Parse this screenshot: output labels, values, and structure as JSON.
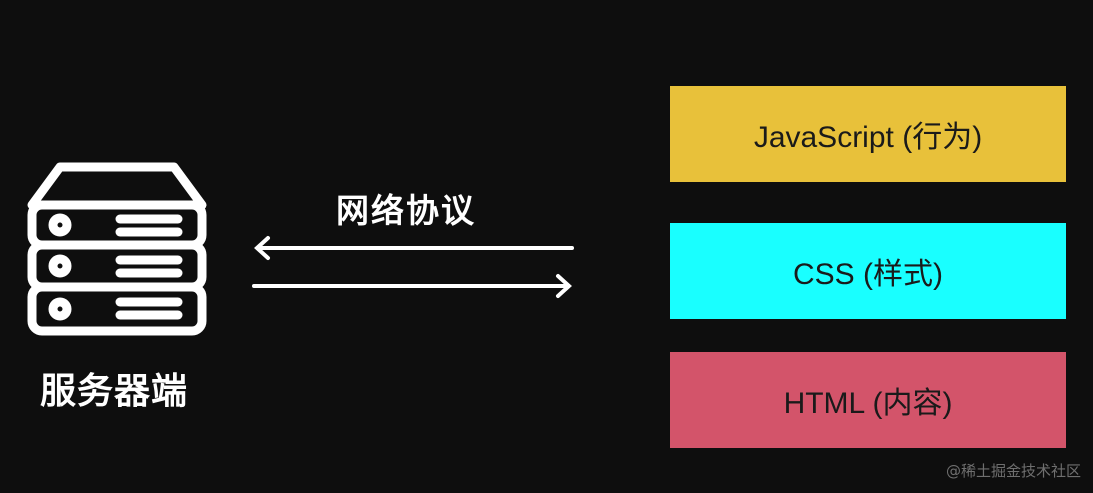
{
  "server": {
    "label": "服务器端",
    "icon": "server-rack-icon"
  },
  "protocol": {
    "label": "网络协议",
    "icon": "bidirectional-arrows-icon"
  },
  "layers": [
    {
      "label": "JavaScript (行为)",
      "color": "#e8c13a"
    },
    {
      "label": "CSS (样式)",
      "color": "#19ffff"
    },
    {
      "label": "HTML (内容)",
      "color": "#d3546a"
    }
  ],
  "watermark": "@稀土掘金技术社区"
}
